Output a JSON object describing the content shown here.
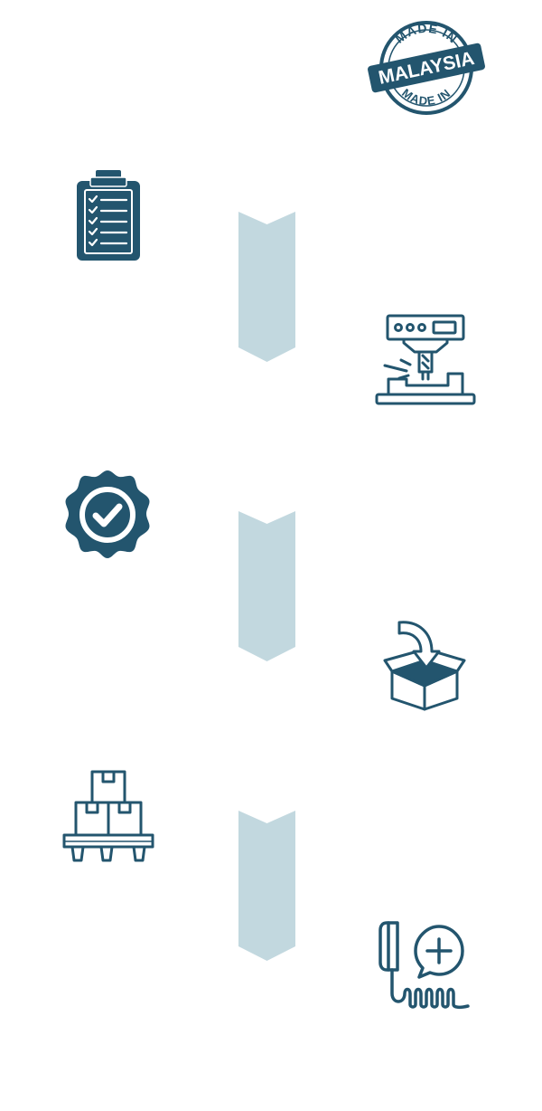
{
  "colors": {
    "icon_dark": "#23556e",
    "chevron": "#c2d8df",
    "background": "#ffffff"
  },
  "badge": {
    "top_text": "MADE IN",
    "main_text": "MALAYSIA",
    "bottom_text": "MADE IN"
  },
  "steps": [
    {
      "icon": "clipboard-checklist-icon"
    },
    {
      "icon": "cnc-machine-icon"
    },
    {
      "icon": "quality-badge-check-icon"
    },
    {
      "icon": "packing-box-icon"
    },
    {
      "icon": "pallet-boxes-icon"
    },
    {
      "icon": "phone-support-icon"
    }
  ],
  "connectors": [
    {
      "icon": "chevron-down-arrow"
    },
    {
      "icon": "chevron-down-arrow"
    },
    {
      "icon": "chevron-down-arrow"
    }
  ]
}
